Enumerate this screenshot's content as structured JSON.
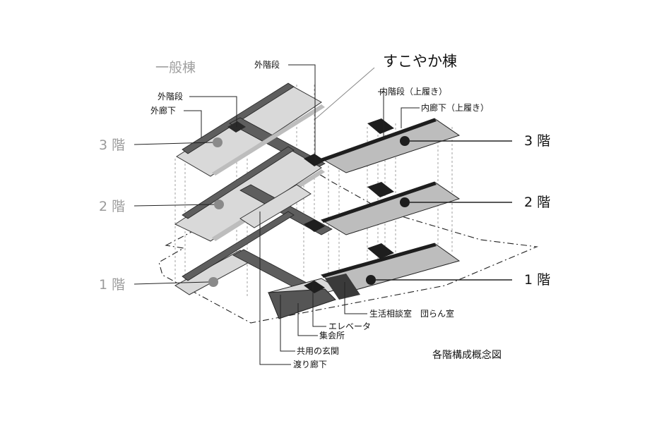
{
  "buildings": {
    "general": "一般棟",
    "sukoyaka": "すこやか棟"
  },
  "floors": {
    "left_3": "3 階",
    "left_2": "2 階",
    "left_1": "1 階",
    "right_3": "3 階",
    "right_2": "2 階",
    "right_1": "1 階"
  },
  "callouts": {
    "outer_stairs_top": "外階段",
    "outer_stairs": "外階段",
    "outer_corridor": "外廊下",
    "inner_stairs": "内階段（上履き）",
    "inner_corridor": "内廊下（上履き）",
    "consult_room": "生活相談室　団らん室",
    "elevator": "エレベータ",
    "meeting_hall": "集会所",
    "entrance": "共用の玄関",
    "bridge_corridor": "渡り廊下"
  },
  "title": "各階構成概念図",
  "colors": {
    "slab_light": "#d9d9d9",
    "slab_mid": "#bdbdbd",
    "slab_dark": "#555555",
    "corridor": "#5e5e5e",
    "marker": "#8a8a8a",
    "marker_dark": "#1e1e1e"
  }
}
